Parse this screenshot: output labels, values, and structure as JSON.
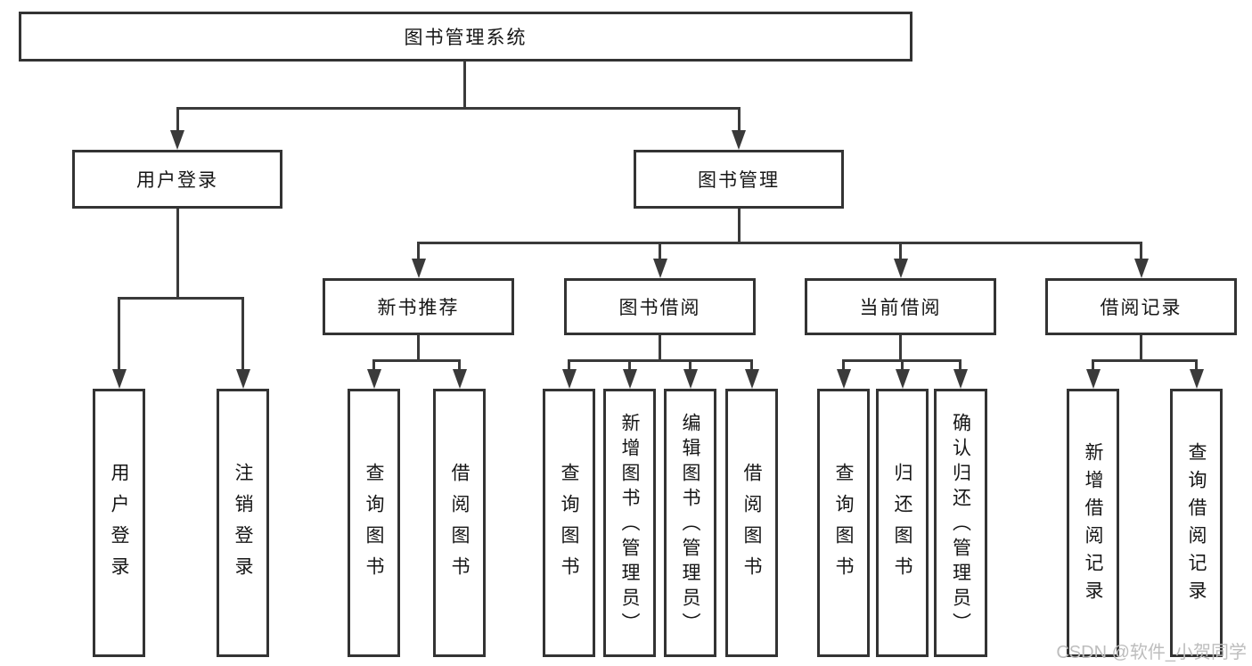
{
  "nodes": {
    "root": "图书管理系统",
    "l2": [
      "用户登录",
      "图书管理"
    ],
    "l3": [
      "新书推荐",
      "图书借阅",
      "当前借阅",
      "借阅记录"
    ],
    "login_children": [
      "用户登录",
      "注销登录"
    ],
    "recommend_children": [
      "查询图书",
      "借阅图书"
    ],
    "borrow_children": [
      "查询图书",
      "新增图书（管理员）",
      "编辑图书（管理员）",
      "借阅图书"
    ],
    "current_children": [
      "查询图书",
      "归还图书",
      "确认归还（管理员）"
    ],
    "record_children": [
      "新增借阅记录",
      "查询借阅记录"
    ]
  },
  "watermark": "CSDN @软件_小贺同学",
  "colors": {
    "line": "#3a3a3a",
    "border": "#333333",
    "text": "#161616",
    "watermark": "#bdbdbd",
    "background": "#ffffff"
  }
}
